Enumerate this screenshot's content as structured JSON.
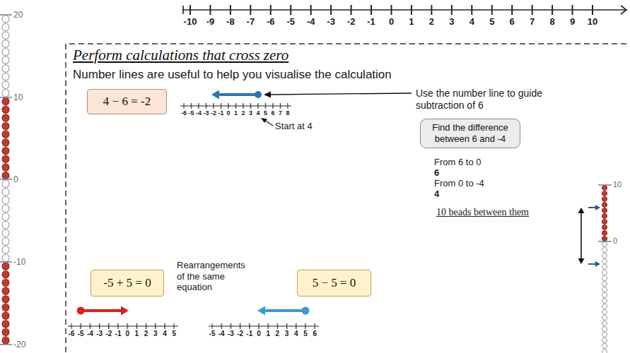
{
  "diagram": {
    "title": "Perform calculations that cross zero",
    "nodes": [
      {
        "text": [
          "4 − 6 = -2"
        ]
      },
      {
        "text": [
          "Find the difference between 6 and -4"
        ]
      },
      {
        "text": [
          "-5 + 5 = 0"
        ]
      },
      {
        "text": [
          "5 − 5 = 0"
        ]
      }
    ],
    "labels": [
      "-10",
      "-9",
      "-8",
      "-7",
      "-6",
      "-5",
      "-4",
      "-3",
      "-2",
      "-1",
      "0",
      "1",
      "2",
      "3",
      "4",
      "5",
      "6",
      "7",
      "8",
      "9",
      "10",
      "20",
      "10",
      "0",
      "-10",
      "-20",
      "Number lines are useful to help you visualise the calculation",
      "-6",
      "-5",
      "-4",
      "-3",
      "-2",
      "-1",
      "0",
      "1",
      "2",
      "3",
      "4",
      "5",
      "6",
      "7",
      "8",
      "Use the number line to guide subtraction of 6",
      "Start at 4",
      "From 6 to 0",
      "6",
      "From 0 to -4",
      "4",
      "10 beads between them",
      "10",
      "0",
      "Rearrangements of the same equation",
      "-6",
      "-5",
      "-4",
      "-3",
      "-2",
      "-1",
      "0",
      "1",
      "2",
      "3",
      "4",
      "5",
      "-5",
      "-4",
      "-3",
      "-2",
      "-1",
      "0",
      "1",
      "2",
      "3",
      "4",
      "5",
      "6"
    ]
  }
}
